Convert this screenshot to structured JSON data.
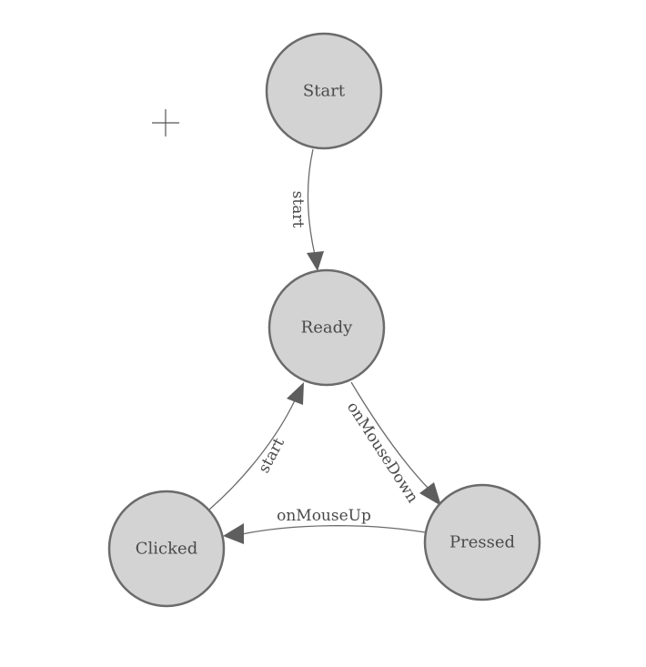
{
  "diagram": {
    "nodes": {
      "start": "Start",
      "ready": "Ready",
      "pressed": "Pressed",
      "clicked": "Clicked"
    },
    "edges": {
      "start_to_ready": "start",
      "ready_to_pressed": "onMouseDown",
      "pressed_to_clicked": "onMouseUp",
      "clicked_to_ready": "start"
    }
  },
  "colors": {
    "node_fill": "#d3d3d3",
    "node_stroke": "#6b6b6b",
    "edge": "#6b6b6b",
    "text": "#4a4a4a"
  },
  "icons": {
    "cursor": "crosshair-icon"
  }
}
